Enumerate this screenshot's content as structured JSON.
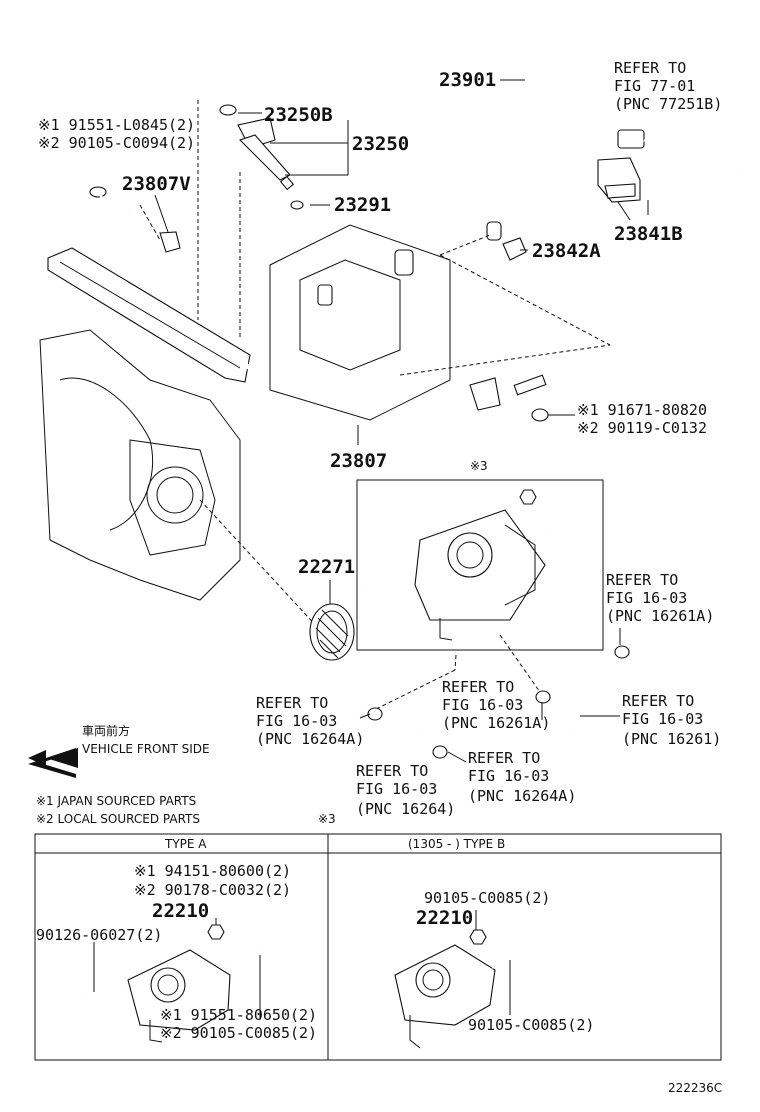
{
  "callouts": {
    "p23901": "23901",
    "refer_77_01": [
      "REFER TO",
      "FIG 77-01",
      "(PNC 77251B)"
    ],
    "p23250B": "23250B",
    "p23250": "23250",
    "p23291": "23291",
    "note_top_1": "※1 91551-L0845(2)",
    "note_top_2": "※2 90105-C0094(2)",
    "p23807V": "23807V",
    "p23841B": "23841B",
    "p23842A": "23842A",
    "note_mid_1": "※1 91671-80820",
    "note_mid_2": "※2 90119-C0132",
    "p23807": "23807",
    "mark3_top": "※3",
    "p22271": "22271",
    "refer_16261A": [
      "REFER TO",
      "FIG 16-03",
      "(PNC 16261A)"
    ],
    "refer_16264A_left": [
      "REFER TO",
      "FIG 16-03",
      "(PNC 16264A)"
    ],
    "refer_16261A_mid": [
      "REFER TO",
      "FIG 16-03",
      "(PNC 16261A)"
    ],
    "refer_16261": [
      "REFER TO",
      "FIG 16-03",
      "(PNC 16261)"
    ],
    "refer_16264A_right": [
      "REFER TO",
      "FIG 16-03",
      "(PNC 16264A)"
    ],
    "refer_16264": [
      "REFER TO",
      "FIG 16-03",
      "(PNC 16264)"
    ]
  },
  "front_side": {
    "jp": "車両前方",
    "en": "VEHICLE FRONT SIDE"
  },
  "legend": {
    "line1": "※1 JAPAN SOURCED PARTS",
    "line2": "※2 LOCAL SOURCED PARTS",
    "mark3": "※3"
  },
  "table": {
    "type_a_header": "TYPE A",
    "type_b_header": "(1305 -      ) TYPE B",
    "type_a": {
      "n1": "※1 94151-80600(2)",
      "n2": "※2 90178-C0032(2)",
      "p22210": "22210",
      "p90126": "90126-06027(2)",
      "n3": "※1 91551-80650(2)",
      "n4": "※2 90105-C0085(2)"
    },
    "type_b": {
      "n1": "90105-C0085(2)",
      "p22210": "22210",
      "n2": "90105-C0085(2)"
    }
  },
  "figure_code": "222236C"
}
